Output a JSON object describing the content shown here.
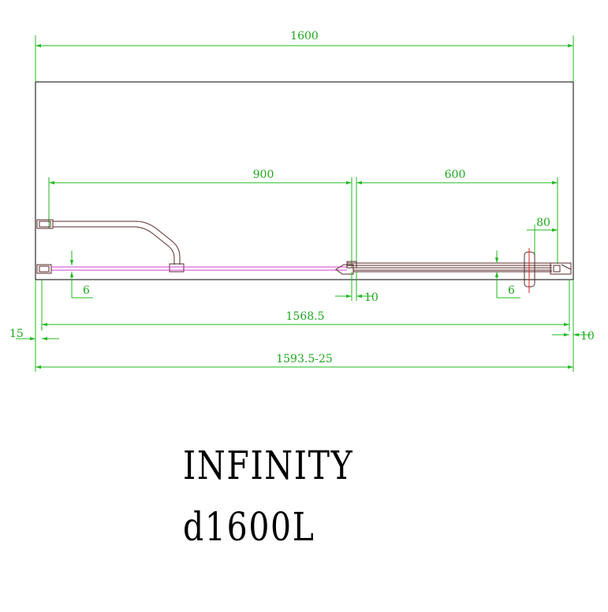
{
  "title": {
    "model_name": "INFINITY",
    "model_code": "d1600L"
  },
  "colors": {
    "dimension": "#22b822",
    "frame": "#5a2a2a",
    "glass": "#d040d0",
    "outline": "#000000",
    "background": "#ffffff"
  },
  "dimensions": {
    "overall_width": "1600",
    "fixed_panel": "900",
    "door_panel": "600",
    "offset_right": "80",
    "glass_offset_left": "6",
    "glass_offset_right": "6",
    "gap_center": "10",
    "inner_span": "1568.5",
    "wall_profile_left": "15",
    "wall_profile_right": "10",
    "adjustable_range": "1593.5-25"
  }
}
